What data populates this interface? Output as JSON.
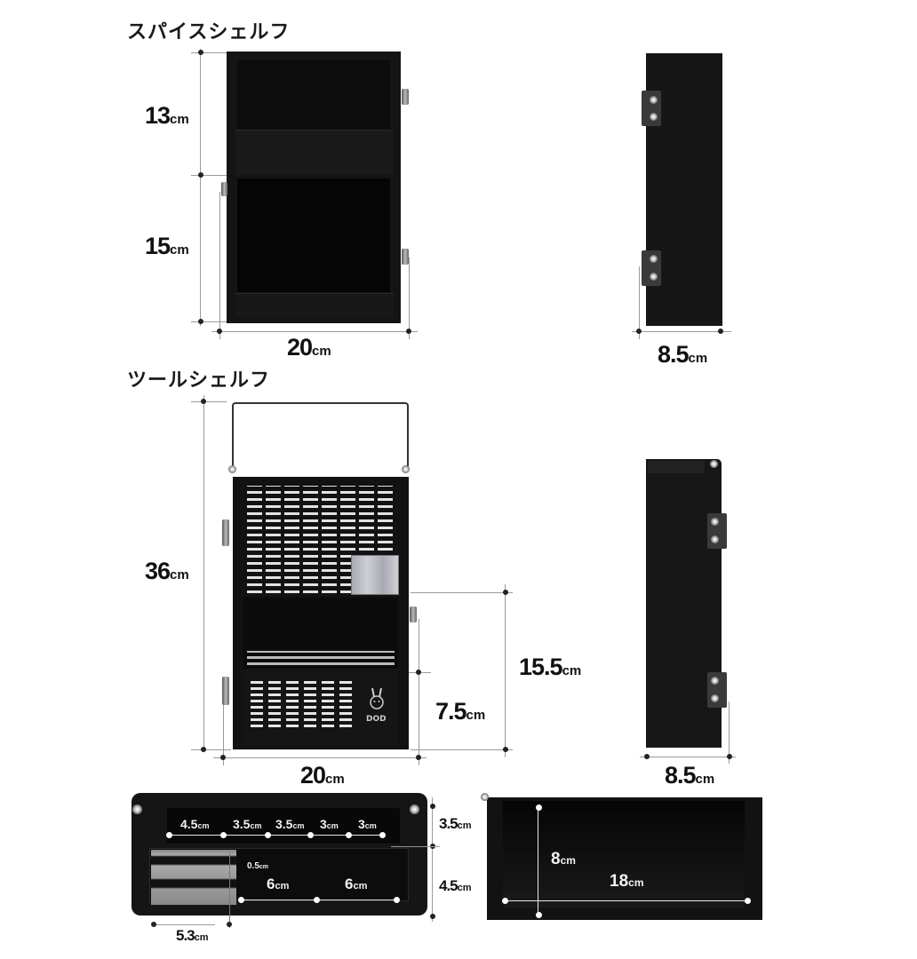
{
  "spice_shelf": {
    "title": "スパイスシェルフ",
    "front": {
      "upper_height": {
        "value": "13",
        "unit": "cm"
      },
      "lower_height": {
        "value": "15",
        "unit": "cm"
      },
      "width": {
        "value": "20",
        "unit": "cm"
      }
    },
    "side": {
      "depth": {
        "value": "8.5",
        "unit": "cm"
      }
    }
  },
  "tool_shelf": {
    "title": "ツールシェルフ",
    "front": {
      "total_height": {
        "value": "36",
        "unit": "cm"
      },
      "pocket_height": {
        "value": "15.5",
        "unit": "cm"
      },
      "lower_pocket_height": {
        "value": "7.5",
        "unit": "cm"
      },
      "width": {
        "value": "20",
        "unit": "cm"
      },
      "logo": "DOD"
    },
    "side": {
      "depth": {
        "value": "8.5",
        "unit": "cm"
      }
    }
  },
  "top_view": {
    "compartments_upper": [
      {
        "value": "4.5",
        "unit": "cm"
      },
      {
        "value": "3.5",
        "unit": "cm"
      },
      {
        "value": "3.5",
        "unit": "cm"
      },
      {
        "value": "3",
        "unit": "cm"
      },
      {
        "value": "3",
        "unit": "cm"
      }
    ],
    "compartments_lower": [
      {
        "value": "6",
        "unit": "cm"
      },
      {
        "value": "6",
        "unit": "cm"
      }
    ],
    "slot_gap": {
      "value": "0.5",
      "unit": "cm"
    },
    "holder_width": {
      "value": "5.3",
      "unit": "cm"
    },
    "upper_depth": {
      "value": "3.5",
      "unit": "cm"
    },
    "lower_depth": {
      "value": "4.5",
      "unit": "cm"
    }
  },
  "tray_view": {
    "depth": {
      "value": "8",
      "unit": "cm"
    },
    "width": {
      "value": "18",
      "unit": "cm"
    }
  }
}
